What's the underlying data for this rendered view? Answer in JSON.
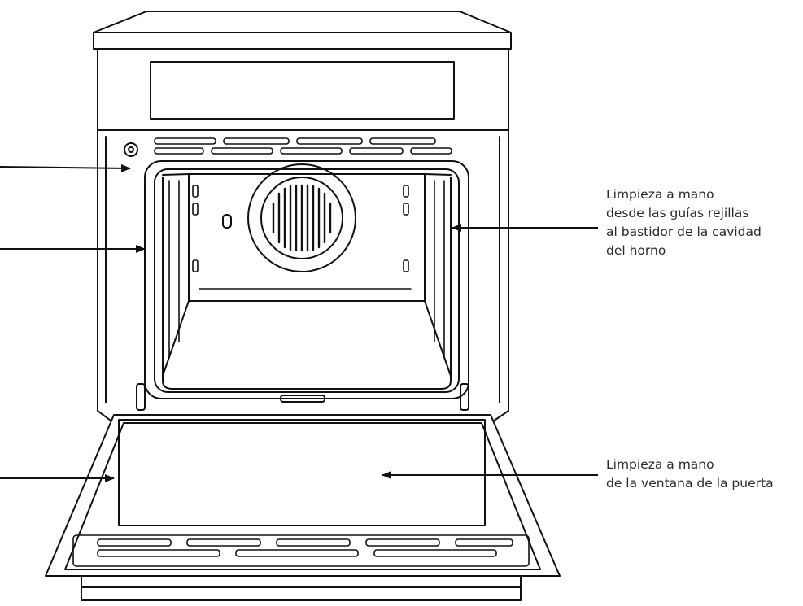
{
  "callouts": [
    {
      "id": "frame-cleaning",
      "lines": [
        "Limpieza a mano",
        "desde las guías rejillas",
        "al bastidor de la cavidad",
        "del horno"
      ]
    },
    {
      "id": "door-window-cleaning",
      "lines": [
        "Limpieza a mano",
        "de la ventana de la puerta"
      ]
    }
  ]
}
